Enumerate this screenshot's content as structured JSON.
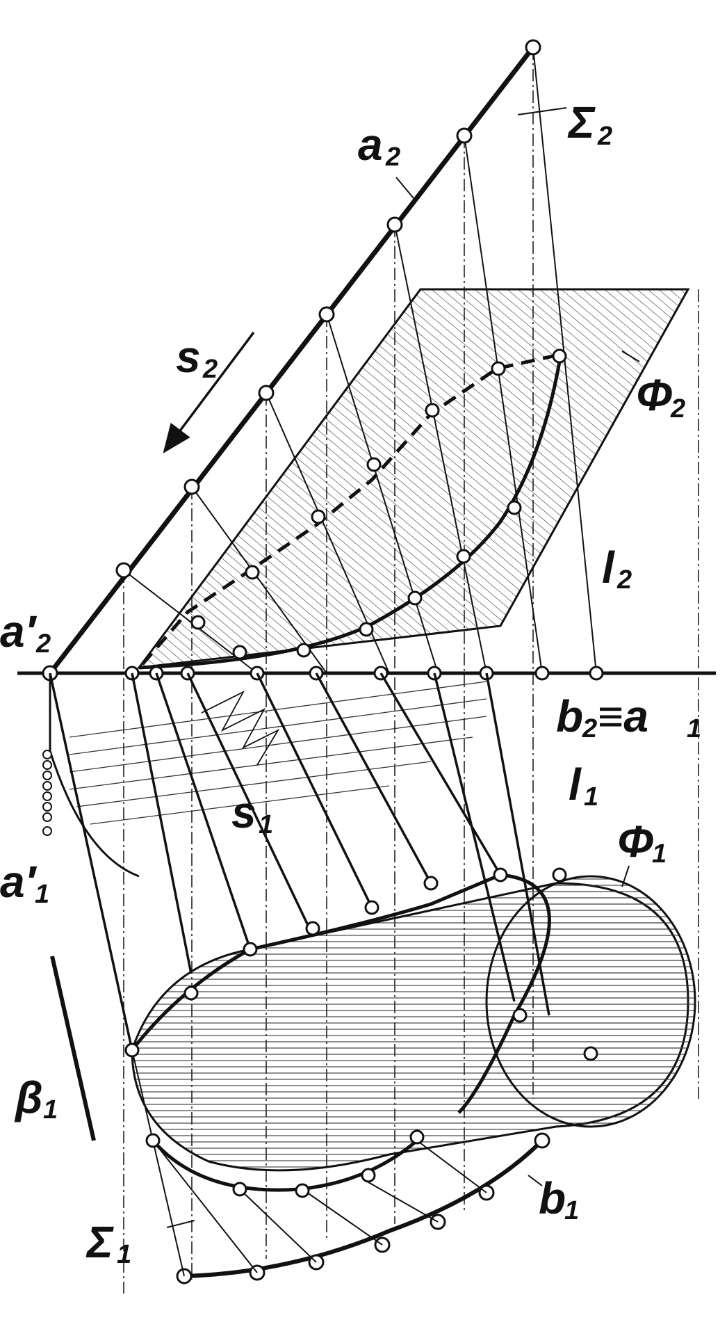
{
  "labels": {
    "sigma2": {
      "main": "Σ",
      "sub": "2"
    },
    "a2": {
      "main": "a",
      "sub": "2"
    },
    "s2": {
      "main": "s",
      "sub": "2"
    },
    "phi2": {
      "main": "Φ",
      "sub": "2"
    },
    "l2": {
      "main": "l",
      "sub": "2"
    },
    "a2prime": {
      "main": "a′",
      "sub": "2"
    },
    "b2a1": {
      "main": "b",
      "sub": "2",
      "mid": "≡a",
      "sub2": "1"
    },
    "l1": {
      "main": "l",
      "sub": "1"
    },
    "s1": {
      "main": "s",
      "sub": "1"
    },
    "phi1": {
      "main": "Φ",
      "sub": "1"
    },
    "a1prime": {
      "main": "a′",
      "sub": "1"
    },
    "beta1": {
      "main": "β",
      "sub": "1"
    },
    "sigma1": {
      "main": "Σ",
      "sub": "1"
    },
    "b1": {
      "main": "b",
      "sub": "1"
    }
  },
  "colors": {
    "ink": "#111111",
    "hatch": "#333333",
    "point_fill": "#ffffff"
  }
}
